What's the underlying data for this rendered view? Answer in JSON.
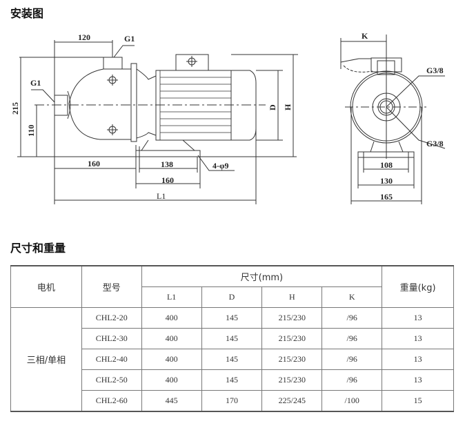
{
  "section1_title": "安装图",
  "drawing": {
    "side": {
      "d120": "120",
      "g1_top": "G1",
      "g1_left": "G1",
      "d215": "215",
      "d110": "110",
      "d160a": "160",
      "d138": "138",
      "d160b": "160",
      "hole": "4-φ9",
      "L1": "L1",
      "D": "D",
      "H": "H"
    },
    "front": {
      "K": "K",
      "g38a": "G3/8",
      "g38b": "G3/8",
      "d108": "108",
      "d130": "130",
      "d165": "165"
    }
  },
  "section2_title": "尺寸和重量",
  "table": {
    "h_motor": "电机",
    "h_model": "型号",
    "h_dims": "尺寸(mm)",
    "h_weight": "重量(kg)",
    "sub": [
      "L1",
      "D",
      "H",
      "K"
    ],
    "motor": "三相/单相",
    "rows": [
      {
        "model": "CHL2-20",
        "L1": "400",
        "D": "145",
        "H": "215/230",
        "K": "/96",
        "w": "13"
      },
      {
        "model": "CHL2-30",
        "L1": "400",
        "D": "145",
        "H": "215/230",
        "K": "/96",
        "w": "13"
      },
      {
        "model": "CHL2-40",
        "L1": "400",
        "D": "145",
        "H": "215/230",
        "K": "/96",
        "w": "13"
      },
      {
        "model": "CHL2-50",
        "L1": "400",
        "D": "145",
        "H": "215/230",
        "K": "/96",
        "w": "13"
      },
      {
        "model": "CHL2-60",
        "L1": "445",
        "D": "170",
        "H": "225/245",
        "K": "/100",
        "w": "15"
      }
    ]
  }
}
